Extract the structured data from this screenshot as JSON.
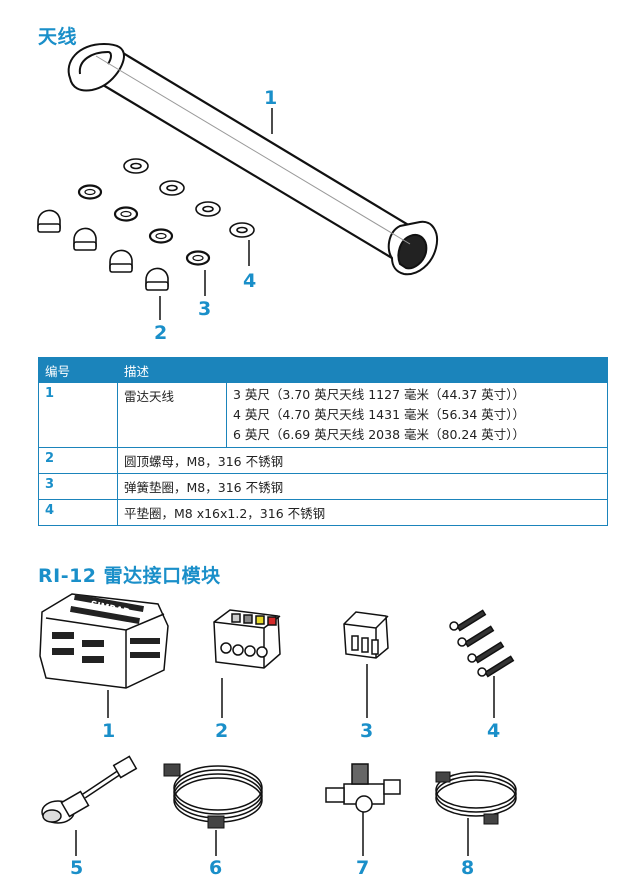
{
  "sections": {
    "antenna_title": "天线",
    "ri12_title": "RI-12 雷达接口模块"
  },
  "antenna_callouts": [
    "1",
    "2",
    "3",
    "4"
  ],
  "table": {
    "headers": [
      "编号",
      "描述"
    ],
    "rows": [
      {
        "num": "1",
        "desc": "雷达天线",
        "variants": [
          "3 英尺（3.70 英尺天线 1127 毫米（44.37 英寸））",
          "4 英尺（4.70 英尺天线 1431 毫米（56.34 英寸））",
          "6 英尺（6.69 英尺天线 2038 毫米（80.24 英寸））"
        ]
      },
      {
        "num": "2",
        "desc": "圆顶螺母，M8，316 不锈钢"
      },
      {
        "num": "3",
        "desc": "弹簧垫圈，M8，316 不锈钢"
      },
      {
        "num": "4",
        "desc": "平垫圈，M8 x16x1.2，316 不锈钢"
      }
    ]
  },
  "ri12_callouts": [
    "1",
    "2",
    "3",
    "4",
    "5",
    "6",
    "7",
    "8"
  ],
  "module_logo": "SIMRAD",
  "colors": {
    "accent": "#1a8fc9",
    "table_header": "#1b84bb"
  }
}
